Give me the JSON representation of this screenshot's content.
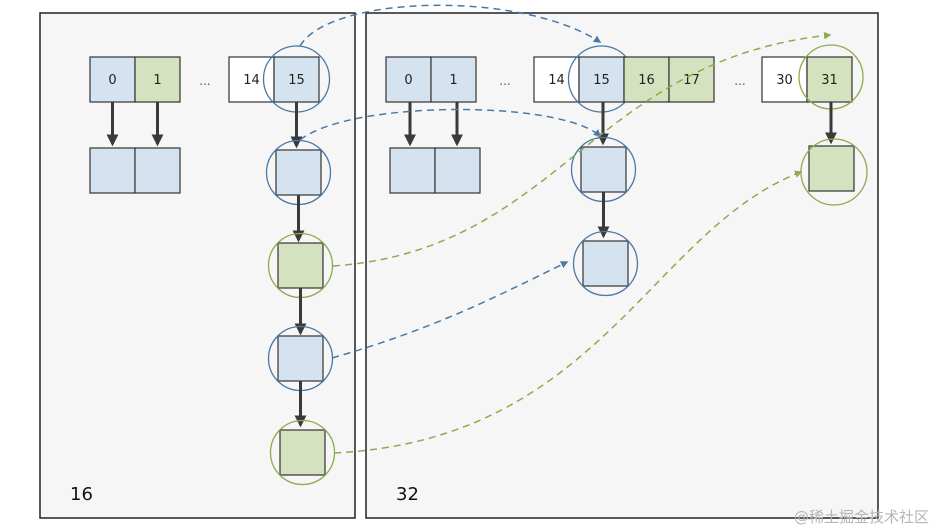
{
  "colors": {
    "blue_fill": "#d5e3f0",
    "green_fill": "#d5e2bf",
    "white_fill": "#ffffff",
    "stroke": "#333333",
    "blue_circle": "#4a78a8",
    "green_circle": "#8faa4e",
    "blue_dash": "#4a78a8",
    "green_dash": "#8faa4e",
    "solid_arrow": "#3a3a3a"
  },
  "left_panel": {
    "label": "16",
    "buckets": [
      "0",
      "1",
      "14",
      "15"
    ],
    "ellipsis": "..."
  },
  "right_panel": {
    "label": "32",
    "buckets": [
      "0",
      "1",
      "14",
      "15",
      "16",
      "17",
      "30",
      "31"
    ],
    "ellipsis_1": "...",
    "ellipsis_2": "..."
  },
  "watermark": "@稀土掘金技术社区"
}
